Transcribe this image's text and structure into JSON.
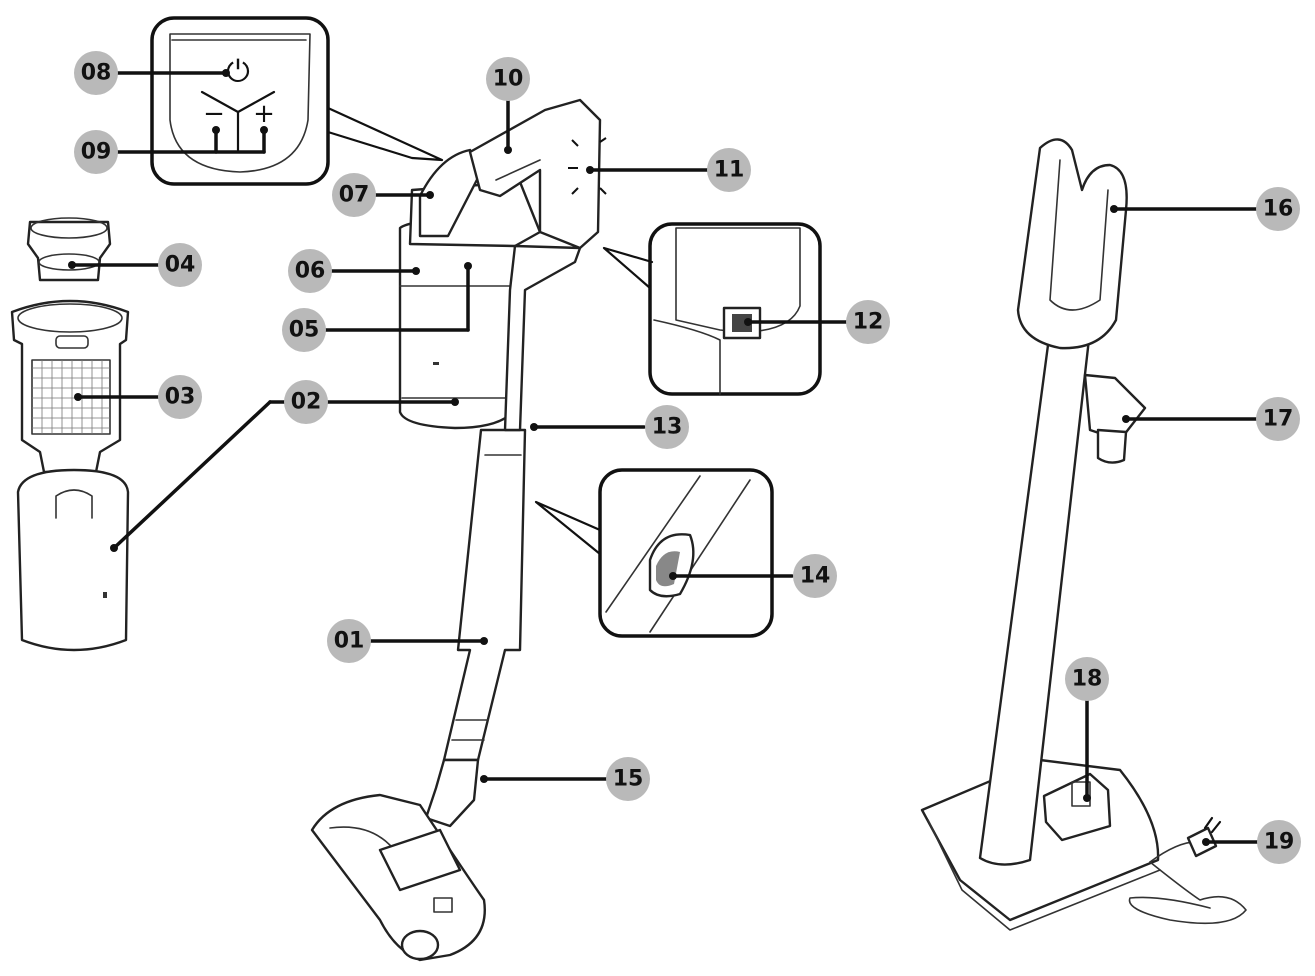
{
  "callouts": [
    {
      "id": "c01",
      "number": "01"
    },
    {
      "id": "c02",
      "number": "02"
    },
    {
      "id": "c03",
      "number": "03"
    },
    {
      "id": "c04",
      "number": "04"
    },
    {
      "id": "c05",
      "number": "05"
    },
    {
      "id": "c06",
      "number": "06"
    },
    {
      "id": "c07",
      "number": "07"
    },
    {
      "id": "c08",
      "number": "08"
    },
    {
      "id": "c09",
      "number": "09"
    },
    {
      "id": "c10",
      "number": "10"
    },
    {
      "id": "c11",
      "number": "11"
    },
    {
      "id": "c12",
      "number": "12"
    },
    {
      "id": "c13",
      "number": "13"
    },
    {
      "id": "c14",
      "number": "14"
    },
    {
      "id": "c15",
      "number": "15"
    },
    {
      "id": "c16",
      "number": "16"
    },
    {
      "id": "c17",
      "number": "17"
    },
    {
      "id": "c18",
      "number": "18"
    },
    {
      "id": "c19",
      "number": "19"
    }
  ],
  "control_panel": {
    "power_symbol": "⏻",
    "minus_symbol": "−",
    "plus_symbol": "+"
  },
  "colors": {
    "badge_fill": "#b9b9b9",
    "line": "#111111",
    "background": "#ffffff"
  }
}
